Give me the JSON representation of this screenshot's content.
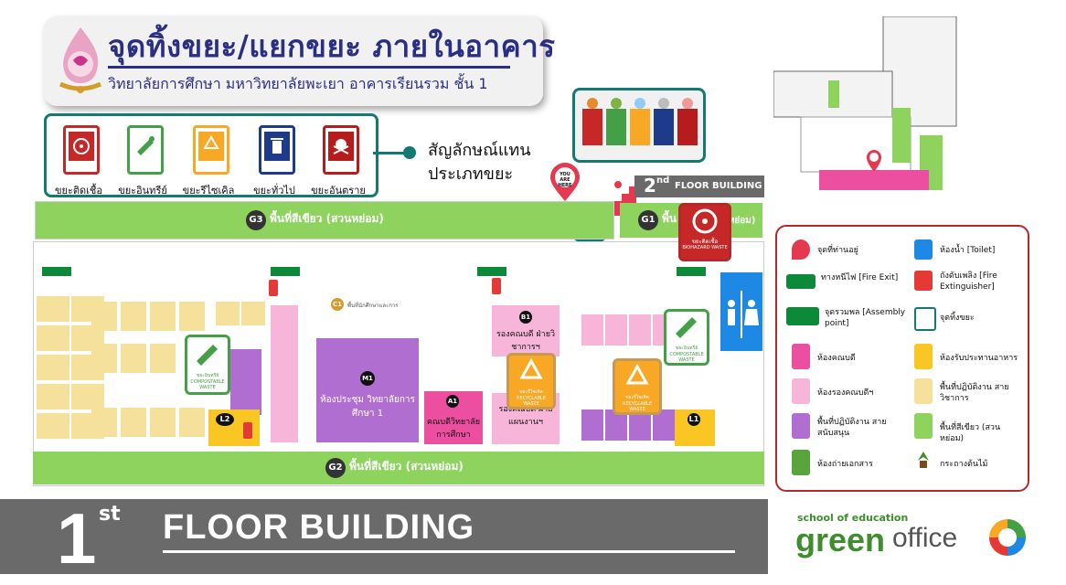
{
  "title": "จุดทิ้งขยะ/แยกขยะ ภายในอาคาร",
  "subtitle": "วิทยาลัยการศึกษา มหาวิทยาลัยพะเยา อาคารเรียนรวม ชั้น 1",
  "bin_legend": {
    "items": [
      {
        "label": "ขยะติดเชื้อ",
        "color": "#c62828"
      },
      {
        "label": "ขยะอินทรีย์",
        "color": "#43a047"
      },
      {
        "label": "ขยะรีไซเคิล",
        "color": "#f9a825"
      },
      {
        "label": "ขยะทั่วไป",
        "color": "#1e3a8a"
      },
      {
        "label": "ขยะอันตราย",
        "color": "#b71c1c"
      }
    ],
    "caption_line1": "สัญลักษณ์แทน",
    "caption_line2": "ประเภทขยะ"
  },
  "map": {
    "you_are_here": "YOU ARE HERE",
    "second_floor": {
      "num": "2",
      "sup": "nd",
      "text": "FLOOR BUILDING"
    },
    "g3_badge": "G3",
    "g3": "พื้นที่สีเขียว (สวนหย่อม)",
    "g1_badge": "G1",
    "g1": "พื้น",
    "g1_tail": "นหย่อม)",
    "g2_badge": "G2",
    "g2": "พื้นที่สีเขียว (สวนหย่อม)",
    "m1_code": "M1",
    "m1": "ห้องประชุม วิทยาลัยการศึกษา 1",
    "a1_code": "A1",
    "a1": "คณบดีวิทยาลัย การศึกษา",
    "b1_code": "B1",
    "b1": "รองคณบดี ฝ่ายวิชาการฯ",
    "b2": "รองคณบดี ฝ่ายแผนงานฯ",
    "c1_code": "C1",
    "c1": "พื้นที่นักศึกษาและการ",
    "l1_code": "L1",
    "l2_code": "L2",
    "biohazard_card_top": "ขยะติดเชื้อ",
    "biohazard_card": "BIOHAZARD WASTE",
    "compost_card_top": "ขยะอินทรีย์",
    "compost_card": "COMPOSTABLE WASTE",
    "recycle_card_top": "ขยะรีไซเคิล",
    "recycle_card": "RECYCLABLE WASTE"
  },
  "right_legend": {
    "items": [
      {
        "label": "จุดที่ท่านอยู่",
        "color": "#e53950"
      },
      {
        "label": "ห้องน้ำ [Toilet]",
        "color": "#1e88e5"
      },
      {
        "label": "ทางหนีไฟ [Fire Exit]",
        "color": "#0c8a3a"
      },
      {
        "label": "ถังดับเพลิง [Fire Extinguisher]",
        "color": "#e53935"
      },
      {
        "label": "จุดรวมพล [Assembly point]",
        "color": "#0c8a3a"
      },
      {
        "label": "จุดทิ้งขยะ",
        "color": "#137a73"
      },
      {
        "label": "ห้องคณบดี",
        "color": "#ec4fa0"
      },
      {
        "label": "ห้องรับประทานอาหาร",
        "color": "#f9c623"
      },
      {
        "label": "ห้องรองคณบดีฯ",
        "color": "#f7b6d9"
      },
      {
        "label": "พื้นที่ปฏิบัติงาน สายวิชาการ",
        "color": "#f6e19c"
      },
      {
        "label": "พื้นที่ปฏิบัติงาน สายสนับสนุน",
        "color": "#b06fd0"
      },
      {
        "label": "พื้นที่สีเขียว (สวนหย่อม)",
        "color": "#8dd35d"
      },
      {
        "label": "ห้องถ่ายเอกสาร",
        "color": "#5aa43e"
      },
      {
        "label": "กระถางต้นไม้",
        "color": "#7a4a1f"
      }
    ]
  },
  "floor_banner": {
    "num": "1",
    "sup": "st",
    "text": "FLOOR BUILDING"
  },
  "brand": {
    "top": "school of education",
    "main_a": "green",
    "main_b": "office"
  }
}
